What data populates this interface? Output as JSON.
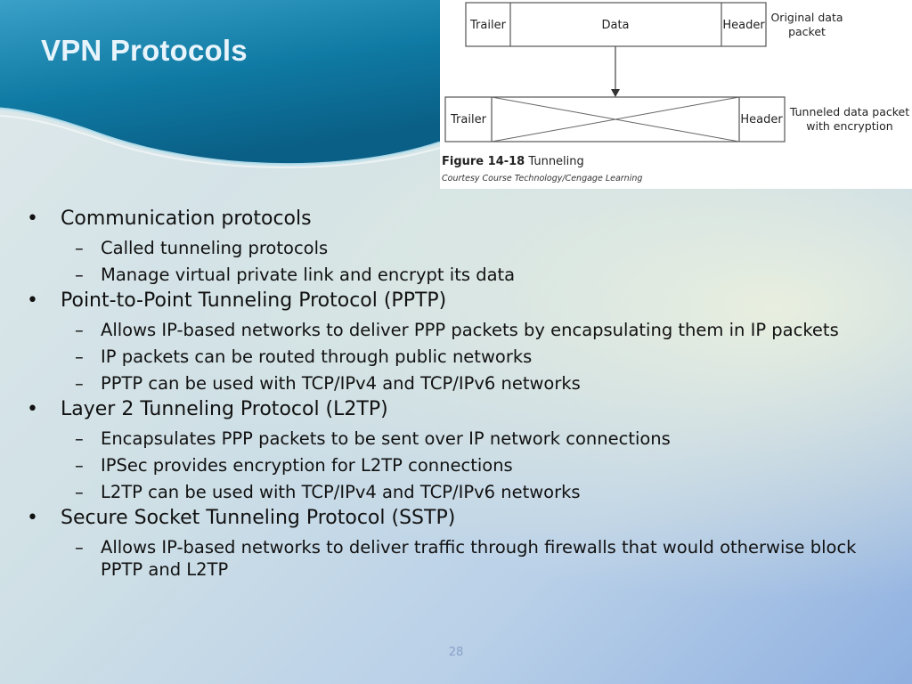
{
  "slide": {
    "title": "VPN Protocols",
    "page_number": "28"
  },
  "figure": {
    "top_row": {
      "trailer": "Trailer",
      "data": "Data",
      "header": "Header",
      "label_line1": "Original data",
      "label_line2": "packet"
    },
    "bottom_row": {
      "trailer": "Trailer",
      "header": "Header",
      "label_line1": "Tunneled data packet",
      "label_line2": "with encryption"
    },
    "caption_number": "Figure 14-18",
    "caption_text": "Tunneling",
    "credit": "Courtesy Course Technology/Cengage Learning"
  },
  "bullets": [
    {
      "text": "Communication protocols",
      "subs": [
        "Called tunneling protocols",
        "Manage virtual private link and encrypt its data"
      ]
    },
    {
      "text": "Point-to-Point Tunneling Protocol (PPTP)",
      "subs": [
        "Allows IP-based networks to deliver PPP packets by encapsulating them in IP packets",
        "IP packets can be routed through public networks",
        "PPTP can be used with TCP/IPv4 and TCP/IPv6 networks"
      ]
    },
    {
      "text": "Layer 2 Tunneling Protocol (L2TP)",
      "subs": [
        "Encapsulates PPP packets to be sent over IP network connections",
        "IPSec provides encryption for L2TP connections",
        "L2TP can be used with TCP/IPv4 and TCP/IPv6 networks"
      ]
    },
    {
      "text": "Secure Socket Tunneling Protocol (SSTP)",
      "subs": [
        "Allows IP-based networks to deliver traffic through firewalls that would otherwise block PPTP and L2TP"
      ]
    }
  ],
  "colors": {
    "banner_dark": "#0d6f94",
    "banner_light": "#7fc4dc",
    "title": "#e8f4fb"
  }
}
